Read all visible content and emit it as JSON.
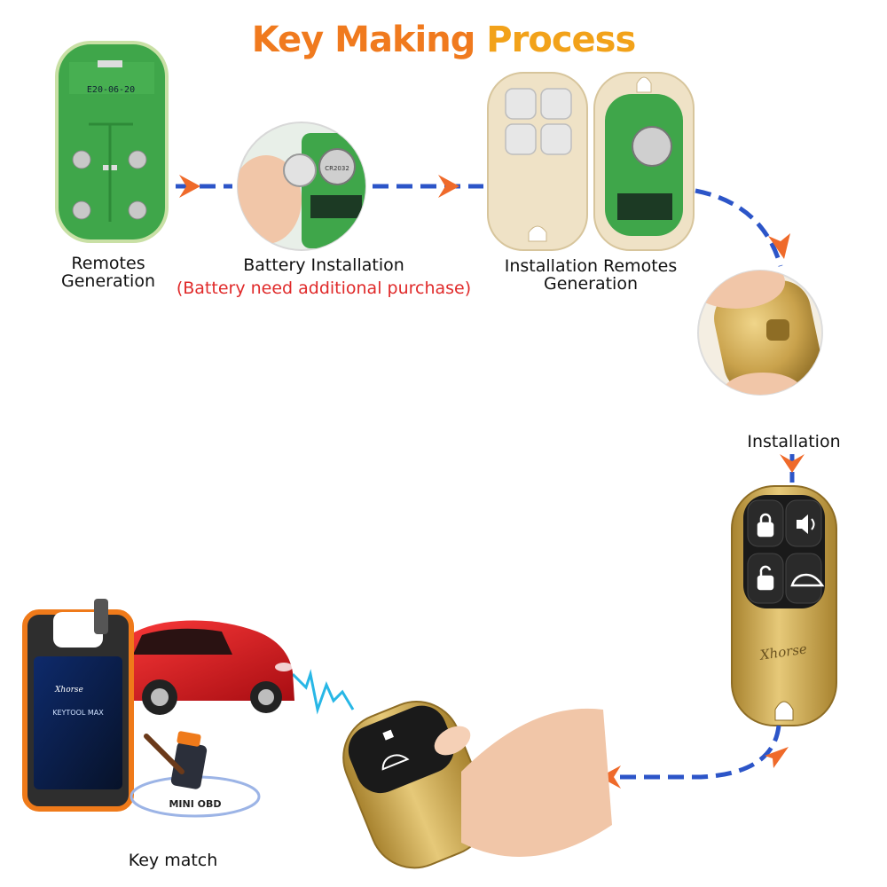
{
  "title": {
    "part1": "Key Making",
    "part2": "Process"
  },
  "steps": [
    {
      "label_line1": "Remotes",
      "label_line2": "Generation"
    },
    {
      "label": "Battery Installation",
      "note": "(Battery need additional purchase)"
    },
    {
      "label_line1": "Installation Remotes",
      "label_line2": "Generation"
    },
    {
      "label": "Installation"
    },
    {
      "label": "Key match"
    }
  ],
  "pcb_marking": "E20-06-20",
  "battery_marking": "CR2032",
  "brand_text": "Xhorse",
  "device": {
    "screen_text": "KEYTOOL MAX",
    "adapter_text": "MINI OBD"
  },
  "colors": {
    "title_orange": "#f07a1e",
    "title_amber": "#f2a21a",
    "arrow_blue": "#2c55c8",
    "arrow_orange": "#ef6a2a",
    "pcb_green": "#3fa64a",
    "gold": "#c9a24c",
    "note_red": "#e02a2a"
  }
}
